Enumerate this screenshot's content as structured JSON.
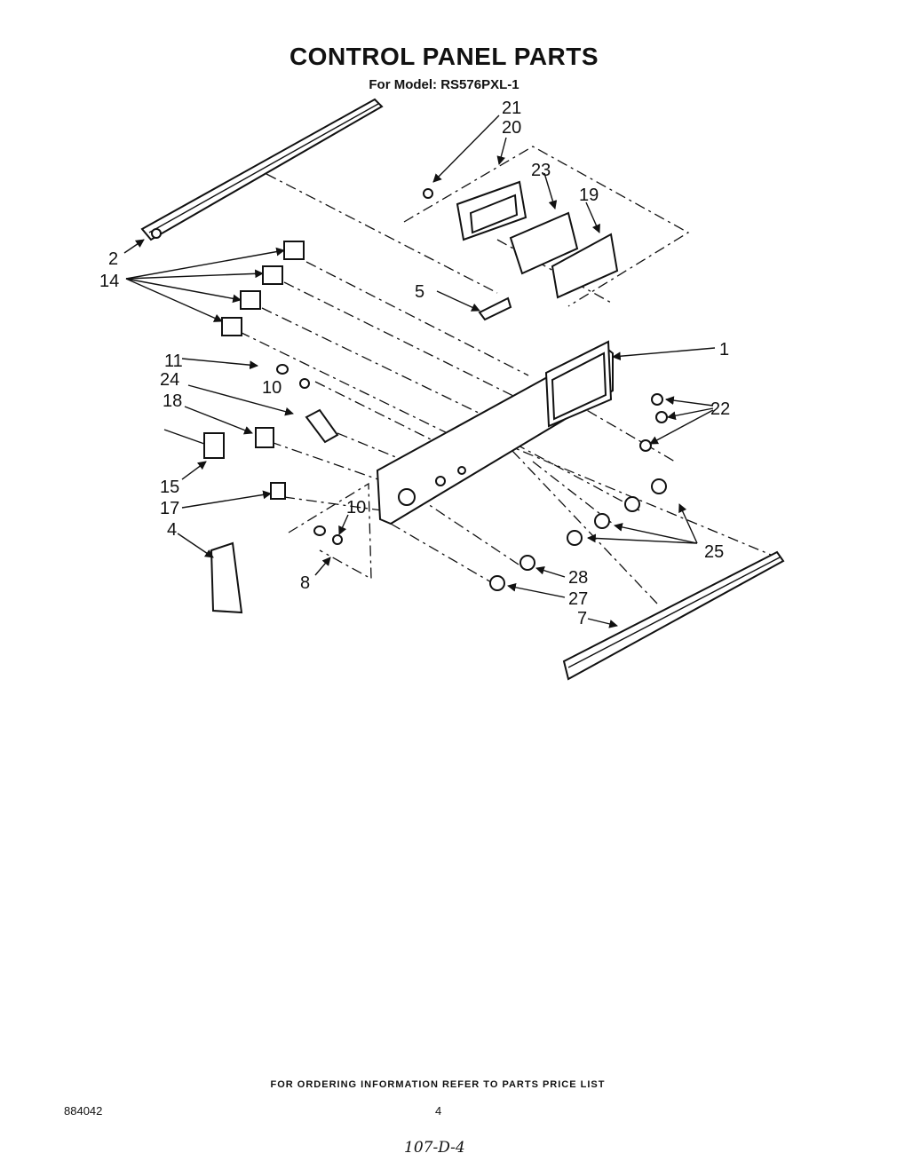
{
  "header": {
    "title": "CONTROL PANEL PARTS",
    "model_line": "For Model: RS576PXL-1"
  },
  "callouts": {
    "c1": "1",
    "c2": "2",
    "c4": "4",
    "c5": "5",
    "c7": "7",
    "c8": "8",
    "c10a": "10",
    "c10b": "10",
    "c11": "11",
    "c14": "14",
    "c15": "15",
    "c17": "17",
    "c18": "18",
    "c19": "19",
    "c20": "20",
    "c21": "21",
    "c22": "22",
    "c23": "23",
    "c24": "24",
    "c25": "25",
    "c27": "27",
    "c28": "28"
  },
  "footer": {
    "ordering_note": "FOR ORDERING INFORMATION REFER TO PARTS PRICE LIST",
    "doc_number": "884042",
    "page_number": "4",
    "handwritten_code": "107-D-4"
  }
}
